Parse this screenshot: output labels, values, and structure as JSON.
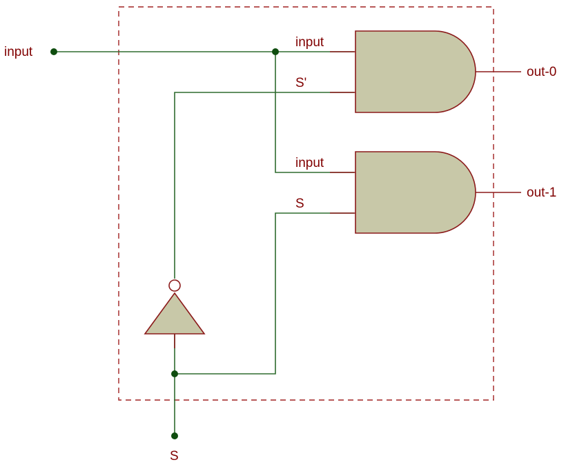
{
  "labels": {
    "input_terminal": "input",
    "select_terminal": "S",
    "gate0_in_a": "input",
    "gate0_in_b": "S'",
    "gate1_in_a": "input",
    "gate1_in_b": "S",
    "out0": "out-0",
    "out1": "out-1"
  },
  "colors": {
    "wire": "#2e6b2e",
    "pin": "#8b1a1a",
    "gate_fill": "#c8c8a8",
    "junction": "#0f4d0f",
    "label": "#800000",
    "border": "#a02020"
  }
}
